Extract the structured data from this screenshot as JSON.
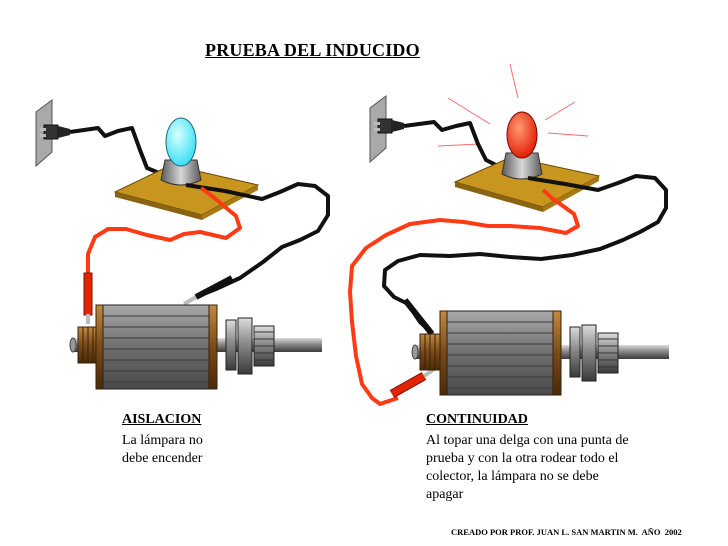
{
  "title": "PRUEBA DEL INDUCIDO",
  "left_panel": {
    "heading": "AISLACION",
    "lines": [
      "La lámpara no",
      "debe encender"
    ],
    "lamp_state": "off",
    "lamp_color": "#66eeff"
  },
  "right_panel": {
    "heading": "CONTINUIDAD",
    "lines": [
      "Al topar una delga con una punta de",
      "prueba y con la otra rodear todo el",
      "colector, la lámpara no se debe",
      "apagar"
    ],
    "lamp_state": "on",
    "lamp_color": "#ee2200"
  },
  "credit": "CREADO POR PROF. JUAN L. SAN MARTIN M.  AÑO  2002",
  "colors": {
    "board": "#c8961e",
    "red_wire": "#ff3a14",
    "black_wire": "#111111",
    "armature": "#777777",
    "commutator": "#8a5a20",
    "wall_plate": "#a9a9a9"
  }
}
